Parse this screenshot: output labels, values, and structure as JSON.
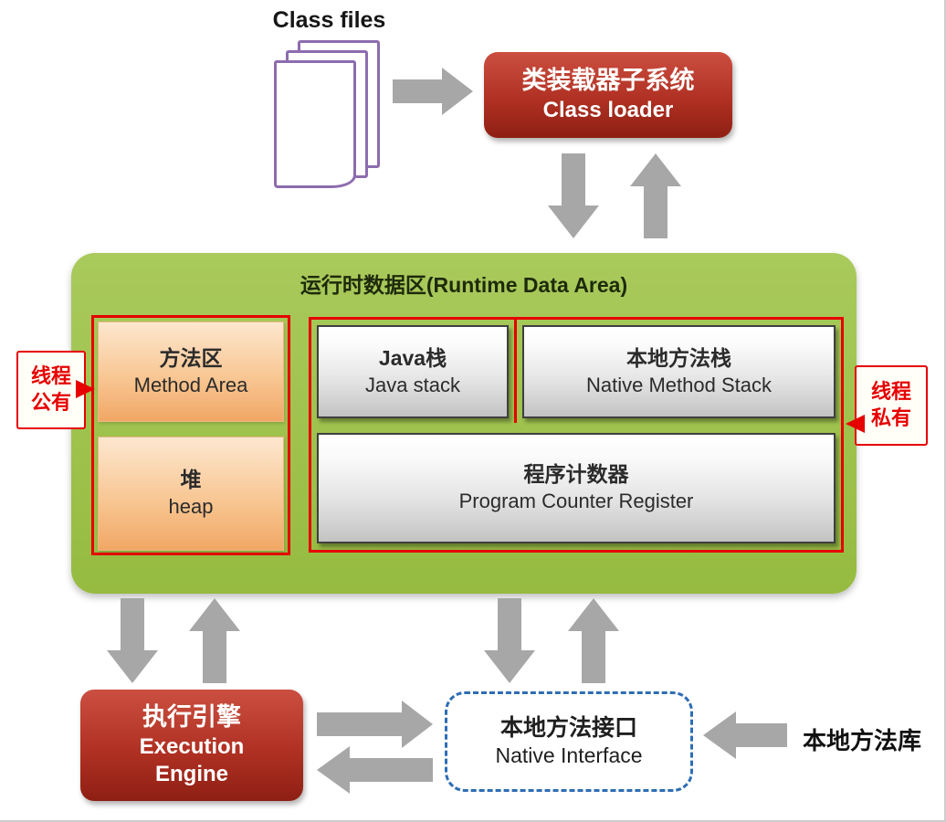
{
  "colors": {
    "arrow_gray": "#a7a7a7",
    "red_node_top": "#cb4f41",
    "red_node_bottom": "#8e1f13",
    "green_panel_top": "#a9ca5c",
    "green_panel_bottom": "#96bb40",
    "orange_top": "#fde7cf",
    "orange_bottom": "#f1a765",
    "gray_box_top": "#fbfbfb",
    "gray_box_bottom": "#c3c3c3",
    "highlight_red": "#e60000",
    "dashed_blue": "#2e6db4",
    "doc_purple": "#8d6cae",
    "title_dark": "#1e2a0a",
    "text_dark": "#2b2b2b"
  },
  "diagram": {
    "class_files_label": "Class files",
    "class_loader": {
      "zh": "类装载器子系统",
      "en": "Class loader"
    },
    "runtime": {
      "title": "运行时数据区(Runtime Data Area)",
      "method_area": {
        "zh": "方法区",
        "en": "Method Area"
      },
      "heap": {
        "zh": "堆",
        "en": "heap"
      },
      "java_stack": {
        "zh": "Java栈",
        "en": "Java stack"
      },
      "native_method_stack": {
        "zh": "本地方法栈",
        "en": "Native Method Stack"
      },
      "program_counter": {
        "zh": "程序计数器",
        "en": "Program Counter Register"
      }
    },
    "callouts": {
      "thread_shared": {
        "line1": "线程",
        "line2": "公有"
      },
      "thread_private": {
        "line1": "线程",
        "line2": "私有"
      }
    },
    "execution_engine": {
      "zh": "执行引擎",
      "en_line1": "Execution",
      "en_line2": "Engine"
    },
    "native_interface": {
      "zh": "本地方法接口",
      "en": "Native Interface"
    },
    "native_library_label": "本地方法库"
  }
}
